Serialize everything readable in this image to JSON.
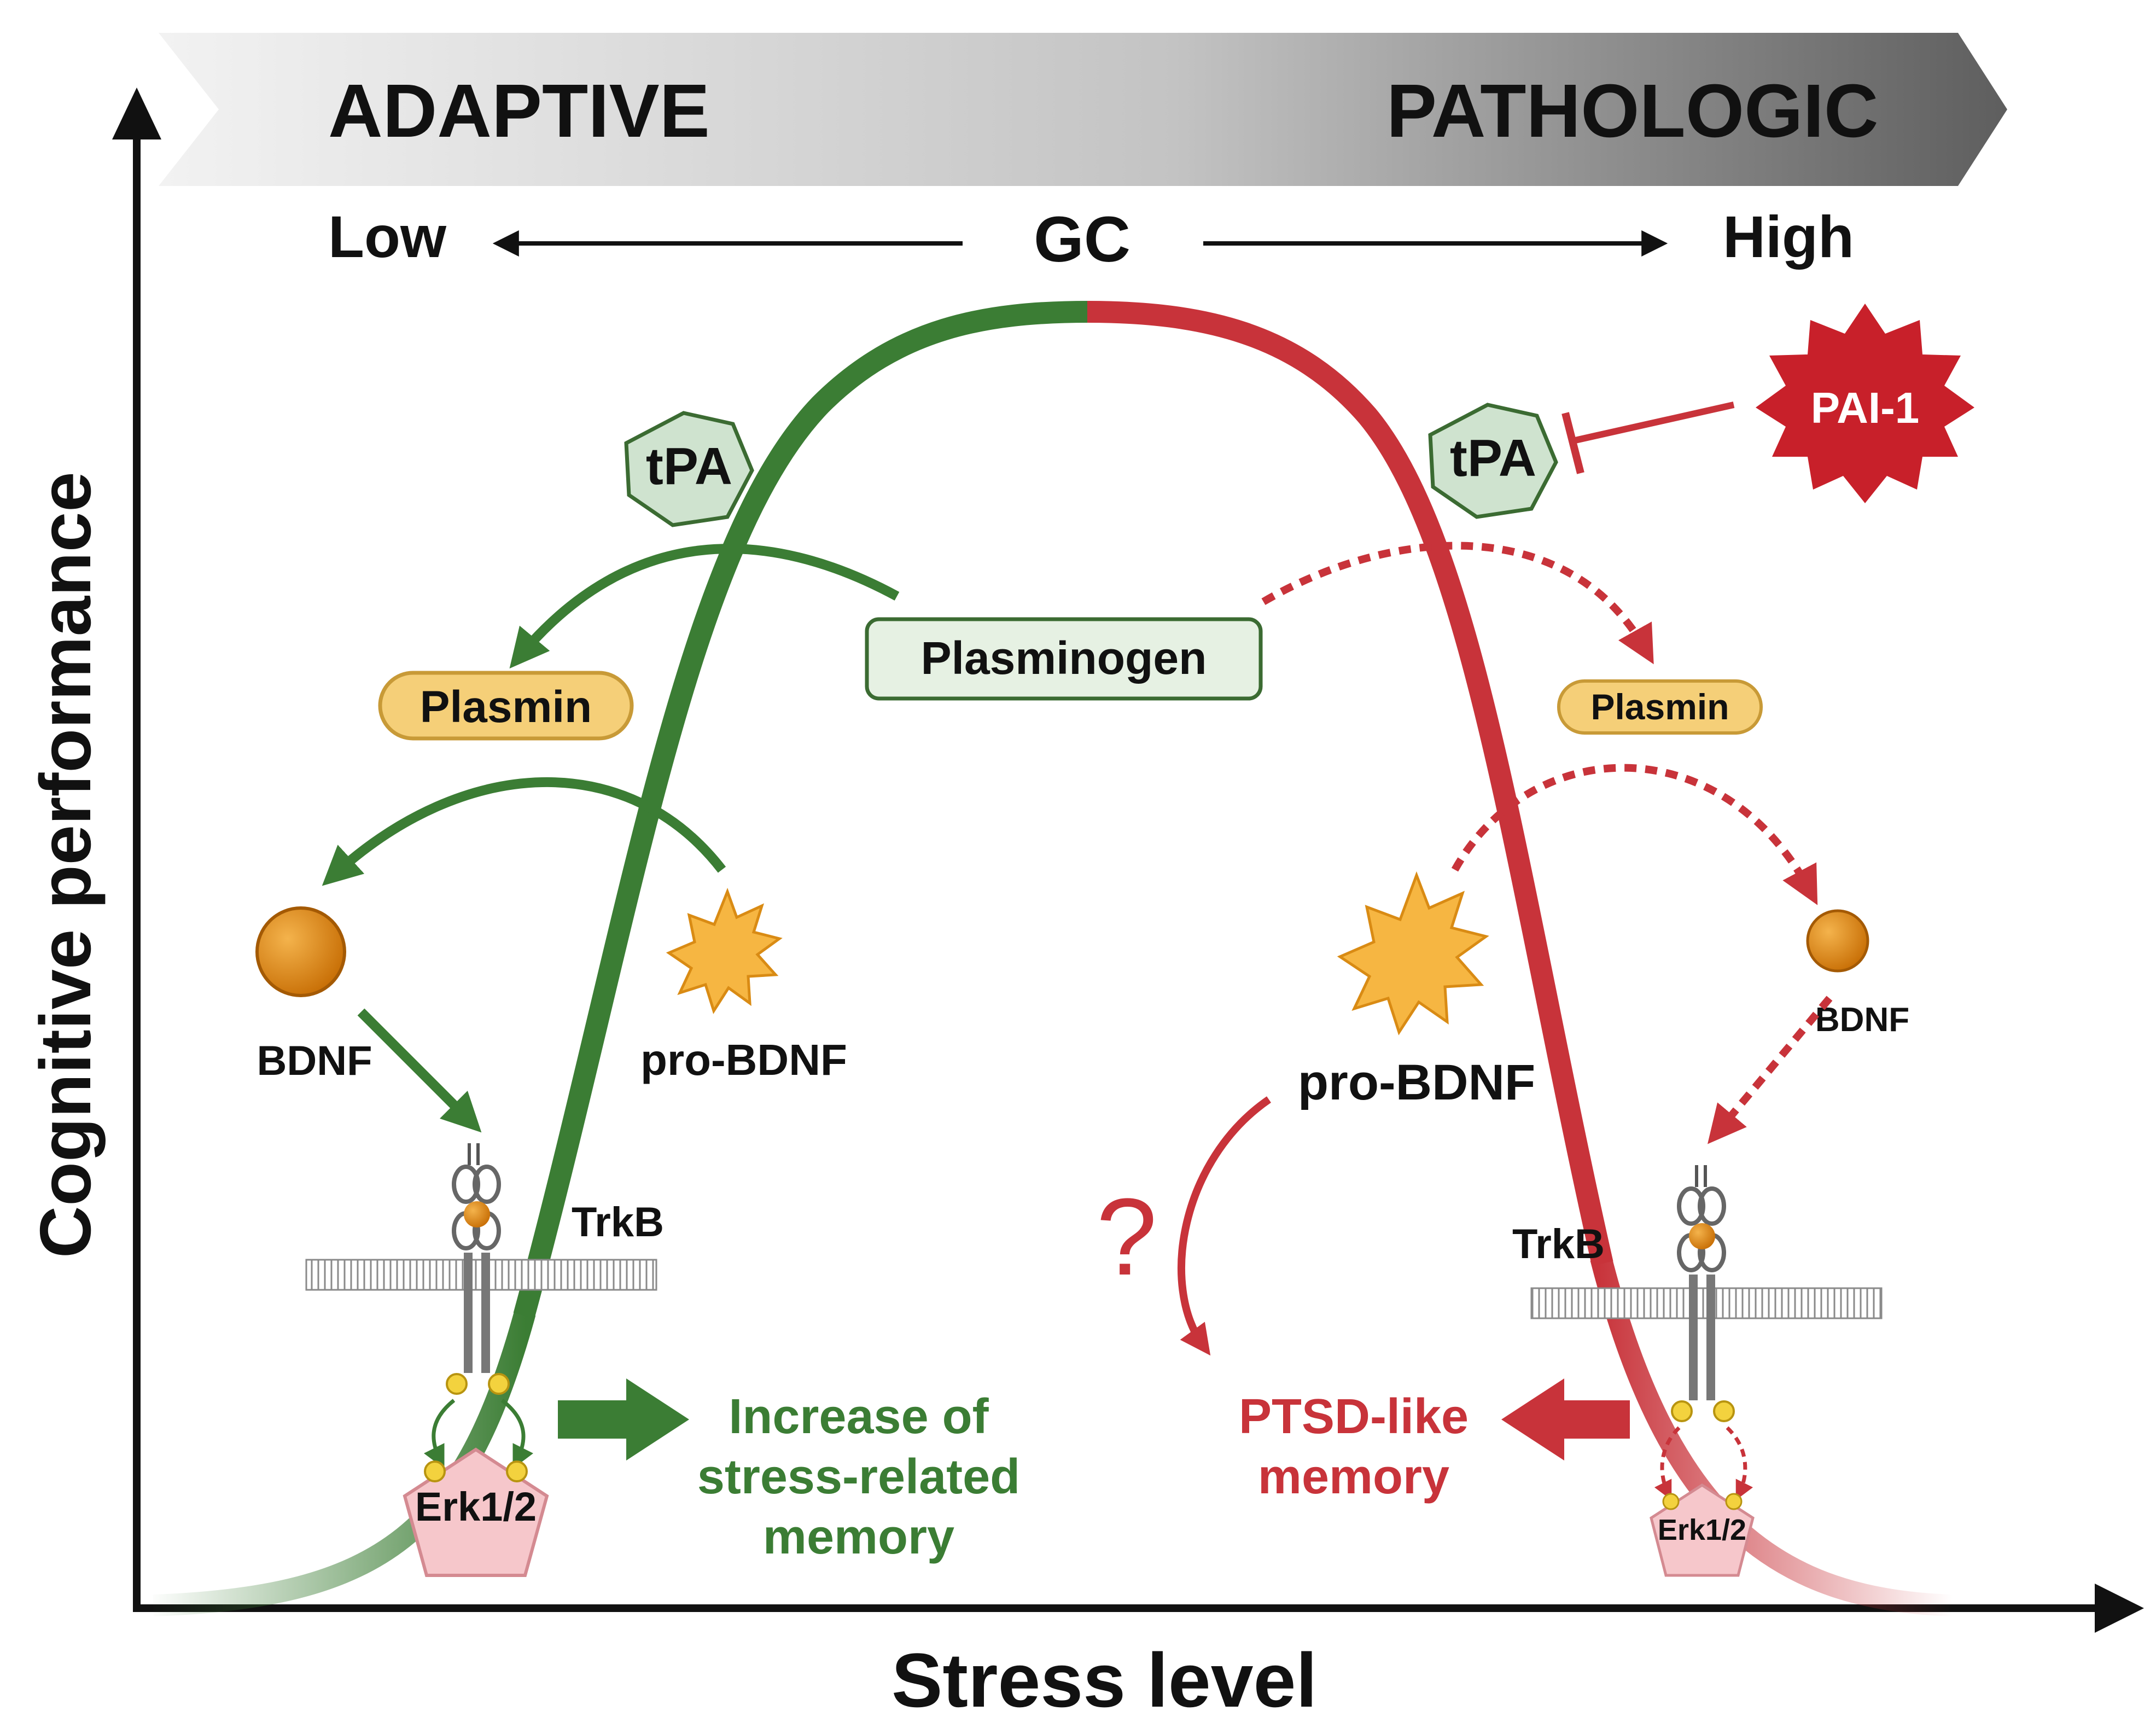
{
  "header": {
    "left_label": "ADAPTIVE",
    "right_label": "PATHOLOGIC"
  },
  "gc_scale": {
    "low": "Low",
    "center": "GC",
    "high": "High"
  },
  "axes": {
    "y_label": "Cognitive performance",
    "x_label": "Stress level"
  },
  "adaptive_side": {
    "tpa": "tPA",
    "plasmin": "Plasmin",
    "bdnf": "BDNF",
    "pro_bdnf": "pro-BDNF",
    "trkb": "TrkB",
    "erk": "Erk1/2",
    "outcome": [
      "Increase of",
      "stress-related",
      "memory"
    ]
  },
  "shared": {
    "plasminogen": "Plasminogen"
  },
  "pathologic_side": {
    "pai1": "PAI-1",
    "tpa": "tPA",
    "plasmin": "Plasmin",
    "bdnf": "BDNF",
    "pro_bdnf": "pro-BDNF",
    "question": "?",
    "trkb": "TrkB",
    "erk": "Erk1/2",
    "outcome": [
      "PTSD-like",
      "memory"
    ]
  },
  "colors": {
    "adaptive_green": "#3b7d34",
    "pathologic_red": "#c8333a",
    "tpa_fill": "#cfe3cf",
    "plasmin_fill": "#f5cf78",
    "plasminogen_fill": "#e6f1e3",
    "bdnf_orange": "#e08a12",
    "pro_bdnf_yellow": "#f6b642",
    "erk_fill": "#f6c7cb",
    "pai1_red": "#c8202a"
  }
}
